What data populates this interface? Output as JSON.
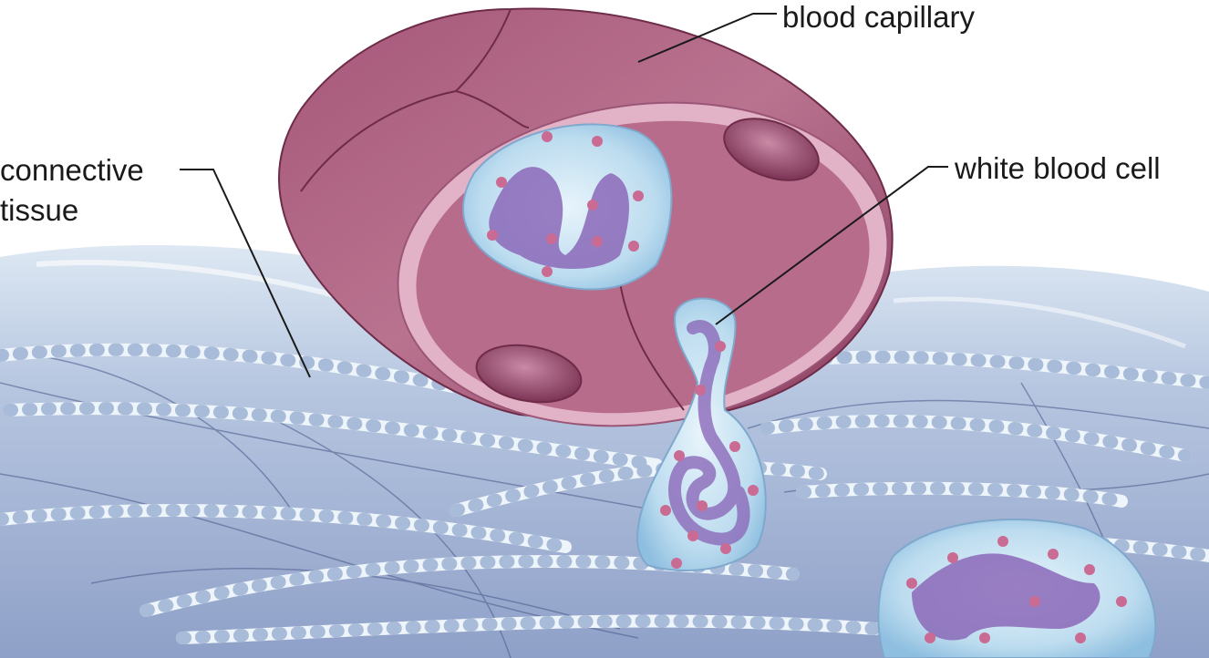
{
  "labels": {
    "blood_capillary": "blood capillary",
    "white_blood_cell": "white blood cell",
    "connective_tissue_line1": "connective",
    "connective_tissue_line2": "tissue"
  },
  "colors": {
    "tissue_base": "#a9b8d6",
    "tissue_light": "#dbe6f2",
    "fiber": "#e6f0f7",
    "capillary_outer": "#9a4b6c",
    "capillary_inner": "#b66c8b",
    "capillary_rim": "#dea9bf",
    "cell_body": "#cfe6f3",
    "nucleus": "#8b69b9",
    "granule": "#c96b93",
    "leader_line": "#1a1a1a"
  }
}
